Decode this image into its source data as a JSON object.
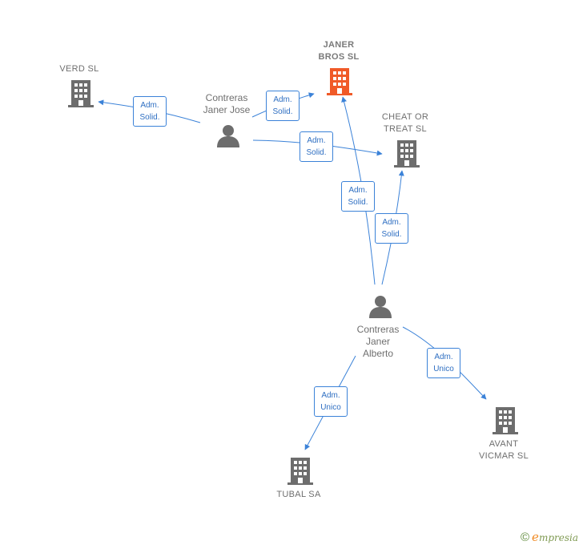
{
  "nodes": {
    "janer_bros": {
      "label": "JANER\nBROS  SL",
      "icon": "building-icon",
      "color": "#f05a28"
    },
    "verd": {
      "label": "VERD SL",
      "icon": "building-icon",
      "color": "#6d6d6d"
    },
    "cheat_treat": {
      "label": "CHEAT OR\nTREAT SL",
      "icon": "building-icon",
      "color": "#6d6d6d"
    },
    "avant_vicmar": {
      "label": "AVANT\nVICMAR  SL",
      "icon": "building-icon",
      "color": "#6d6d6d"
    },
    "tubal": {
      "label": "TUBAL SA",
      "icon": "building-icon",
      "color": "#6d6d6d"
    },
    "contreras_jose": {
      "label": "Contreras\nJaner Jose",
      "icon": "person-icon",
      "color": "#6d6d6d"
    },
    "contreras_alberto": {
      "label": "Contreras\nJaner\nAlberto",
      "icon": "person-icon",
      "color": "#6d6d6d"
    }
  },
  "edges": {
    "jose_verd": {
      "line1": "Adm.",
      "line2": "Solid."
    },
    "jose_janer": {
      "line1": "Adm.",
      "line2": "Solid."
    },
    "jose_cheat": {
      "line1": "Adm.",
      "line2": "Solid."
    },
    "alberto_janer": {
      "line1": "Adm.",
      "line2": "Solid."
    },
    "alberto_cheat": {
      "line1": "Adm.",
      "line2": "Solid."
    },
    "alberto_avant": {
      "line1": "Adm.",
      "line2": "Unico"
    },
    "alberto_tubal": {
      "line1": "Adm.",
      "line2": "Unico"
    }
  },
  "edge_color": "#3b82d8",
  "brand": {
    "copyright": "©",
    "e": "e",
    "name": "mpresia"
  }
}
